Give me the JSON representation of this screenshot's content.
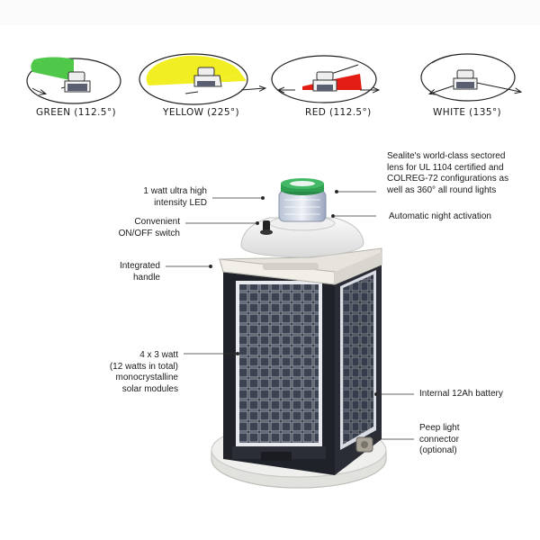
{
  "colors": {
    "green": "#4fc84a",
    "yellow": "#f2ee24",
    "red": "#e31d14",
    "white": "#ffffff"
  },
  "sectors": [
    {
      "id": "green",
      "label": "GREEN (112.5°)",
      "degrees": 112.5
    },
    {
      "id": "yellow",
      "label": "YELLOW (225°)",
      "degrees": 225
    },
    {
      "id": "red",
      "label": "RED (112.5°)",
      "degrees": 112.5
    },
    {
      "id": "white",
      "label": "WHITE (135°)",
      "degrees": 135
    }
  ],
  "callouts": {
    "led": [
      "1 watt ultra high",
      "intensity LED"
    ],
    "switch": [
      "Convenient",
      "ON/OFF switch"
    ],
    "handle": [
      "Integrated",
      "handle"
    ],
    "solar": [
      "4 x 3 watt",
      "(12 watts in total)",
      "monocrystalline",
      "solar modules"
    ],
    "lens": [
      "Sealite's world-class sectored",
      "lens for UL 1104 certified and",
      "COLREG-72 configurations as",
      "well as 360° all round lights"
    ],
    "night": [
      "Automatic night activation"
    ],
    "battery": [
      "Internal 12Ah battery"
    ],
    "peep": [
      "Peep light",
      "connector",
      "(optional)"
    ]
  }
}
